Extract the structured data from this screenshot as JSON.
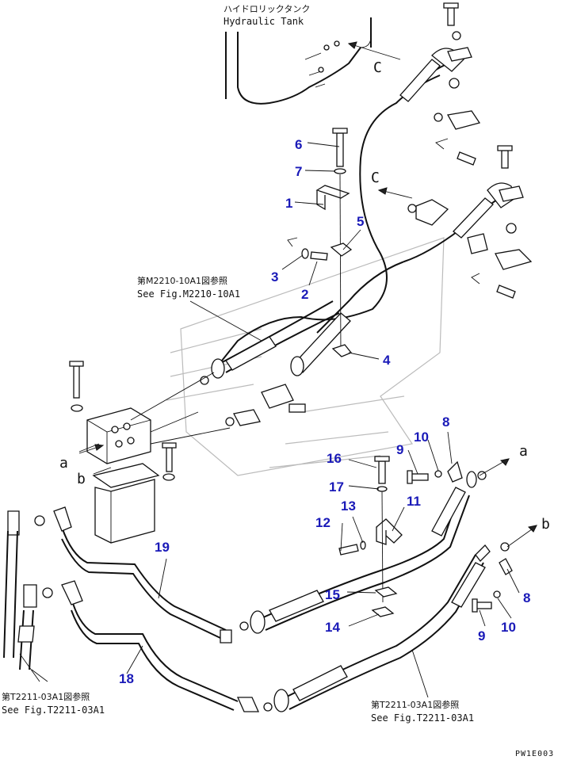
{
  "tank": {
    "jp": "ハイドロリックタンク",
    "en": "Hydraulic Tank"
  },
  "refs": {
    "upper": {
      "jp": "第M2210-10A1図参照",
      "en": "See Fig.M2210-10A1"
    },
    "lower_left": {
      "jp": "第T2211-03A1図参照",
      "en": "See Fig.T2211-03A1"
    },
    "lower_right": {
      "jp": "第T2211-03A1図参照",
      "en": "See Fig.T2211-03A1"
    }
  },
  "letters": {
    "c1": "C",
    "c2": "C",
    "a_left": "a",
    "b_left": "b",
    "a_right": "a",
    "b_right": "b"
  },
  "parts": [
    "1",
    "2",
    "3",
    "4",
    "5",
    "6",
    "7",
    "8",
    "8",
    "9",
    "9",
    "10",
    "10",
    "11",
    "12",
    "13",
    "14",
    "15",
    "16",
    "17",
    "18",
    "19"
  ],
  "page_code": "PW1E003",
  "colors": {
    "part_number": "#1a1ab8",
    "line": "#111111"
  }
}
